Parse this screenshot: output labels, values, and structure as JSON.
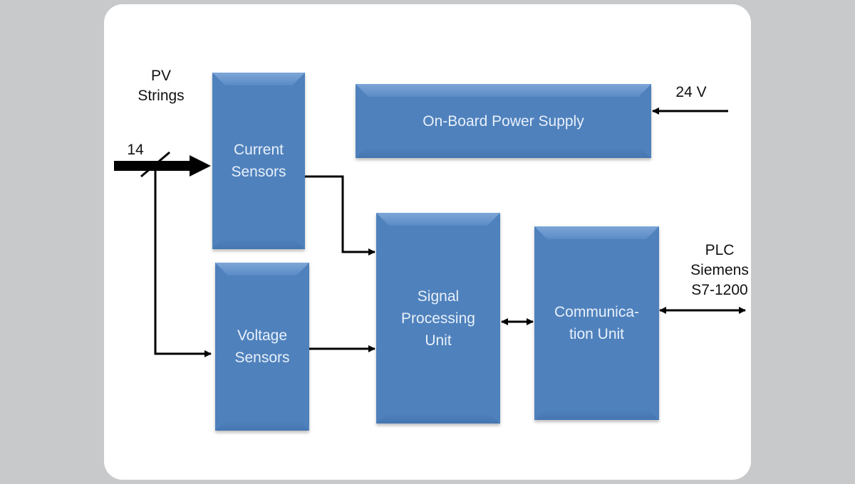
{
  "diagram": {
    "blocks": {
      "current_sensors": "Current\nSensors",
      "voltage_sensors": "Voltage\nSensors",
      "power_supply": "On-Board Power Supply",
      "signal_processing": "Signal\nProcessing\nUnit",
      "communication": "Communica-\ntion Unit"
    },
    "labels": {
      "pv_strings": "PV\nStrings",
      "bus_width": "14",
      "supply_voltage": "24 V",
      "plc": "PLC\nSiemens\nS7-1200"
    },
    "colors": {
      "block_fill": "#4f81bd",
      "block_text": "#e8f0fa",
      "line": "#000000",
      "background": "#c8c9cb",
      "card": "#ffffff"
    }
  }
}
